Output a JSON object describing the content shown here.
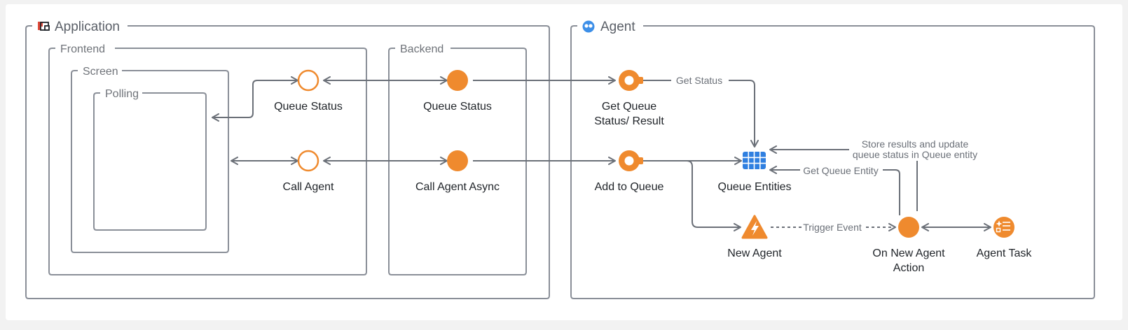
{
  "colors": {
    "accent": "#ef8a2e",
    "queue_blue": "#2f7fe0",
    "agent_icon_blue": "#3d8fe8",
    "frame": "#8a8f98",
    "edge": "#6b7078"
  },
  "groups": {
    "application": {
      "title": "Application",
      "icon": "application-icon"
    },
    "frontend": {
      "title": "Frontend"
    },
    "screen": {
      "title": "Screen"
    },
    "polling": {
      "title": "Polling"
    },
    "backend": {
      "title": "Backend"
    },
    "agent": {
      "title": "Agent",
      "icon": "agent-logo-icon"
    }
  },
  "nodes": {
    "fe_queue_status": {
      "label": "Queue Status",
      "icon": "hollow-circle"
    },
    "fe_call_agent": {
      "label": "Call Agent",
      "icon": "hollow-circle"
    },
    "be_queue_status": {
      "label": "Queue Status",
      "icon": "filled-circle"
    },
    "be_call_agent_async": {
      "label": "Call Agent Async",
      "icon": "filled-circle"
    },
    "get_queue_status": {
      "label_line1": "Get Queue",
      "label_line2": "Status/ Result",
      "icon": "queue-endpoint-icon"
    },
    "add_to_queue": {
      "label": "Add to Queue",
      "icon": "queue-endpoint-icon"
    },
    "queue_entities": {
      "label": "Queue Entities",
      "icon": "table-grid-icon"
    },
    "new_agent": {
      "label": "New Agent",
      "icon": "lightning-triangle-icon"
    },
    "on_new_agent_action": {
      "label_line1": "On New Agent",
      "label_line2": "Action",
      "icon": "filled-circle"
    },
    "agent_task": {
      "label": "Agent Task",
      "icon": "task-list-icon"
    }
  },
  "edge_labels": {
    "get_status": "Get Status",
    "store_results_line1": "Store results and update",
    "store_results_line2": "queue status in Queue entity",
    "get_queue_entity": "Get Queue Entity",
    "trigger_event": "Trigger Event"
  }
}
